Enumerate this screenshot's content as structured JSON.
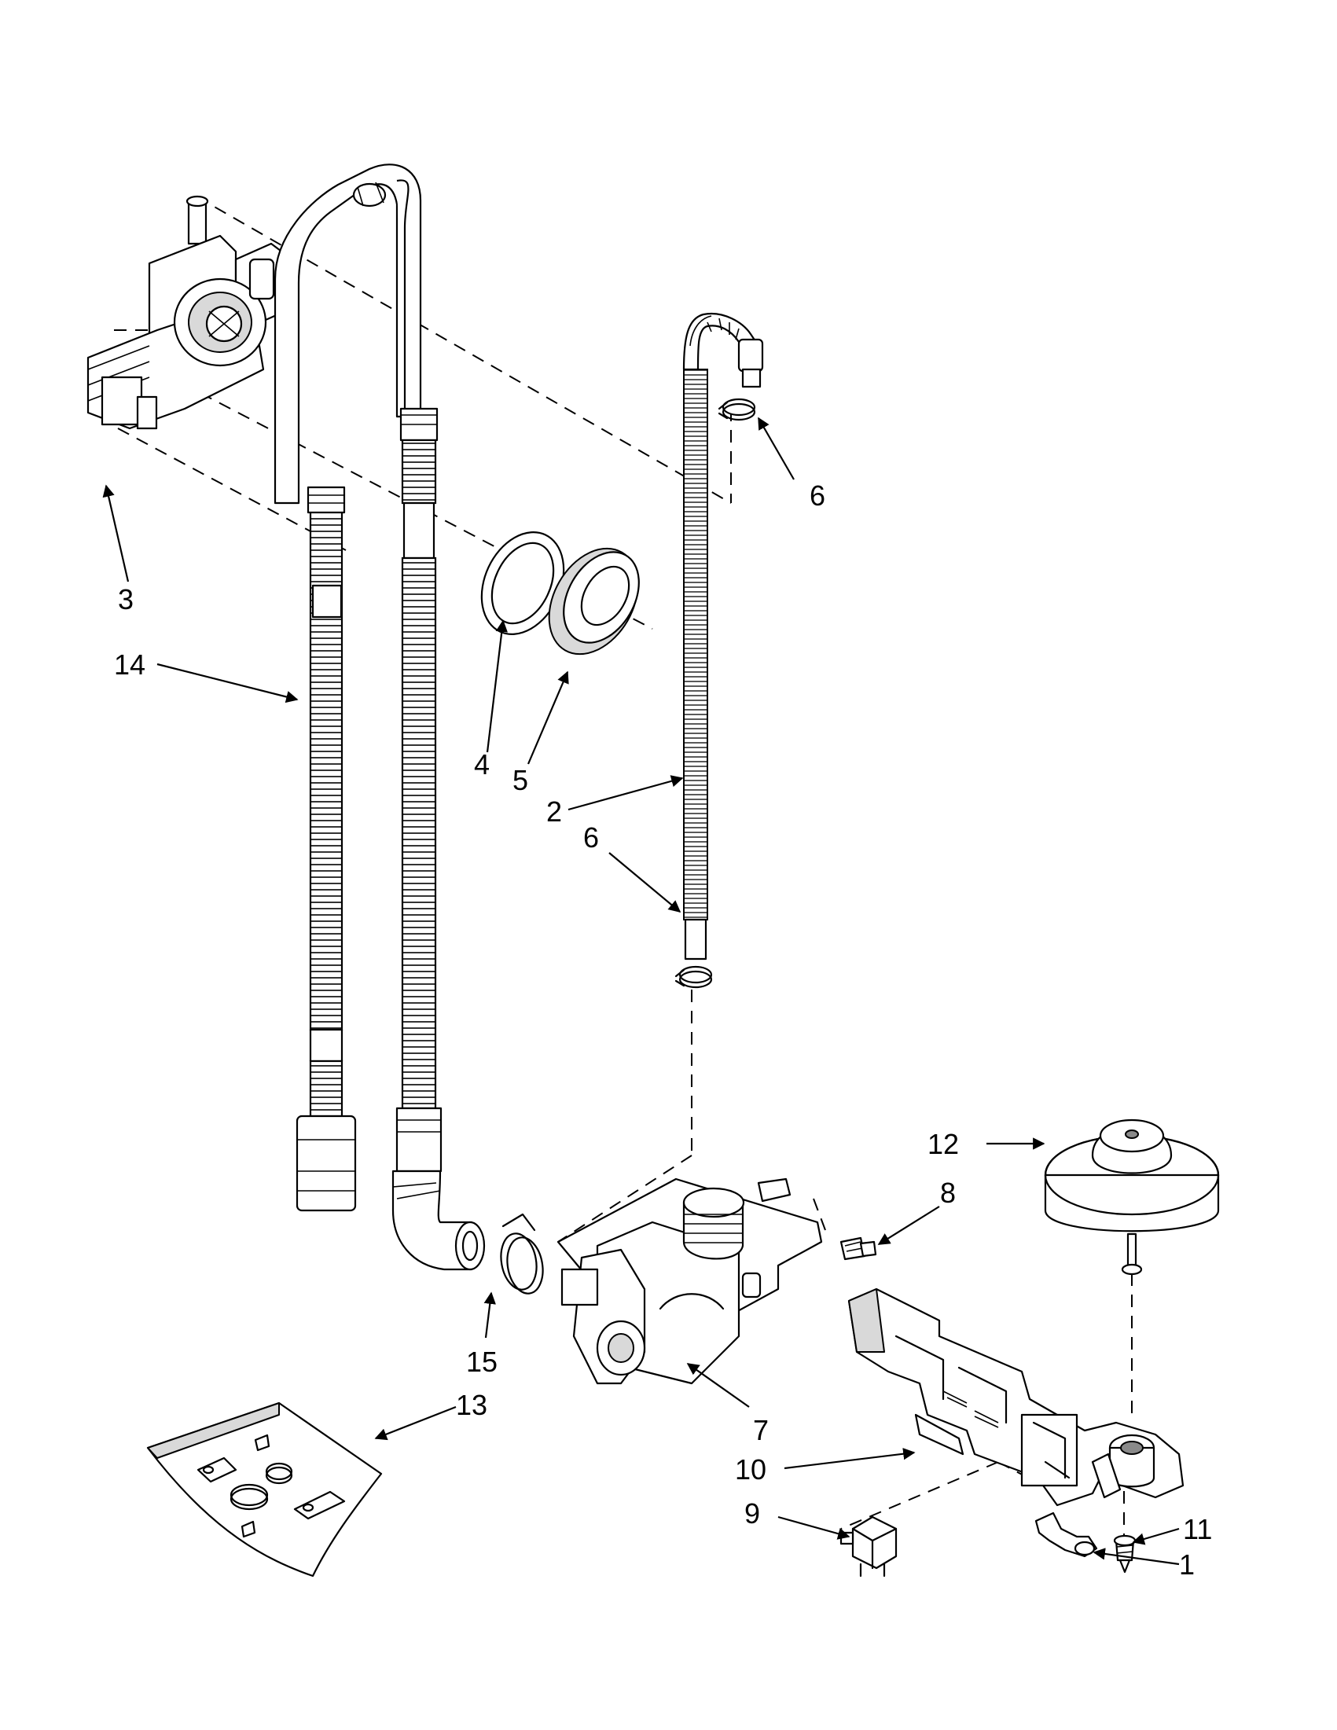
{
  "callouts": [
    {
      "id": "1",
      "label": "1"
    },
    {
      "id": "2",
      "label": "2"
    },
    {
      "id": "3",
      "label": "3"
    },
    {
      "id": "4",
      "label": "4"
    },
    {
      "id": "5",
      "label": "5"
    },
    {
      "id": "6a",
      "label": "6"
    },
    {
      "id": "6b",
      "label": "6"
    },
    {
      "id": "7",
      "label": "7"
    },
    {
      "id": "8",
      "label": "8"
    },
    {
      "id": "9",
      "label": "9"
    },
    {
      "id": "10",
      "label": "10"
    },
    {
      "id": "11",
      "label": "11"
    },
    {
      "id": "12",
      "label": "12"
    },
    {
      "id": "13",
      "label": "13"
    },
    {
      "id": "14",
      "label": "14"
    },
    {
      "id": "15",
      "label": "15"
    }
  ]
}
